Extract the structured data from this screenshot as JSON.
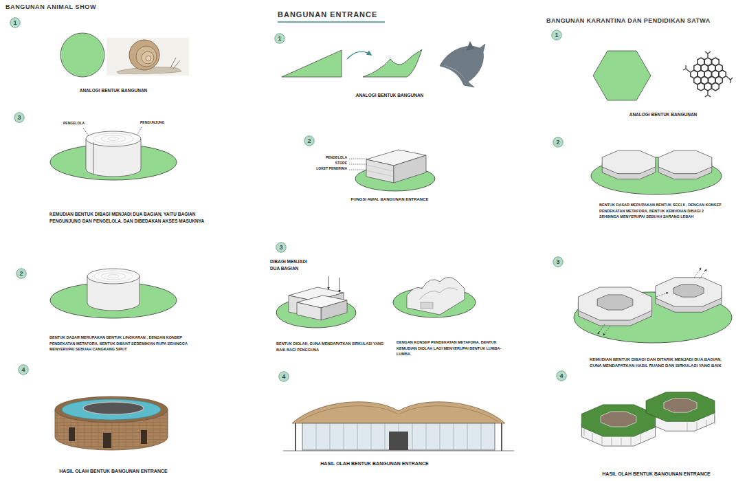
{
  "diagram": {
    "nodes": [
      {
        "text": [
          "1"
        ]
      },
      {
        "text": [
          "3"
        ]
      },
      {
        "text": [
          "2"
        ]
      },
      {
        "text": [
          "4"
        ]
      },
      {
        "text": [
          "1"
        ]
      },
      {
        "text": [
          "2"
        ]
      },
      {
        "text": [
          "3"
        ]
      },
      {
        "text": [
          "4"
        ]
      },
      {
        "text": [
          "1"
        ]
      },
      {
        "text": [
          "2"
        ]
      },
      {
        "text": [
          "3"
        ]
      },
      {
        "text": [
          "4"
        ]
      }
    ],
    "labels": [
      "BANGUNAN ANIMAL SHOW",
      "ANALOGI BENTUK BANGUNAN",
      "PENGELOLA",
      "PENGUNJUNG",
      "KEMUDIAN BENTUK DIBAGI MENJADI DUA BAGIAN, YAITU BAGIAN PENGUNJUNG DAN PENGELOLA. DAN DIBEDAKAN AKSES MASUKNYA",
      "BENTUK DASAR MERUPAKAN BENTUK LINGKARAN , DENGAN KONSEP PENDEKATAN METAFORA, BENTUK DIBUAT SEDEMIKIAN RUPA SEHINGGA MENYERUPAI SEBUAH CANGKANG SIPUT",
      "HASIL OLAH BENTUK BANGUNAN ENTRANCE",
      "BANGUNAN ENTRANCE",
      "ANALOGI BENTUK BANGUNAN",
      "PENGELOLA",
      "STORE",
      "LOKET PENERIMA",
      "FUNGSI AWAL BANGUNAN ENTRANCE",
      "DIBAGI MENJADI DUA BAGIAN",
      "BENTUK DIOLAH, GUNA MENDAPATKAN SIRKULASI YANG BAIK BAGI PENGGUNA",
      "DENGAN KONSEP PENDEKATAN METAFORA, BENTUK KEMUDIAN DIOLAH LAGI MENYERUPAI BENTUK LUMBA-LUMBA.",
      "HASIL OLAH BENTUK BANGUNAN ENTRANCE",
      "BANGUNAN KARANTINA DAN PENDIDIKAN SATWA",
      "ANALOGI BENTUK BANGUNAN",
      "BENTUK DASAR MERUPAKAN BENTUK SEGI 8 , DENGAN KONSEP PENDEKATAN METAFORA, BENTUK KEMUDIAN DIBAGI 2 SEHINNGA MENYERUPAI SEBUAH SARANG LEBAH",
      "KEMUDIAN BENTUK DIBAGI DAN DITARIK MENJADI DUA BAGIAN, GUNA MENDAPATKAN HASIL RUANG DAN SIRKULASI YANG BAIK",
      "HASIL OLAH BENTUK BANGUNAN ENTRANCE"
    ]
  }
}
